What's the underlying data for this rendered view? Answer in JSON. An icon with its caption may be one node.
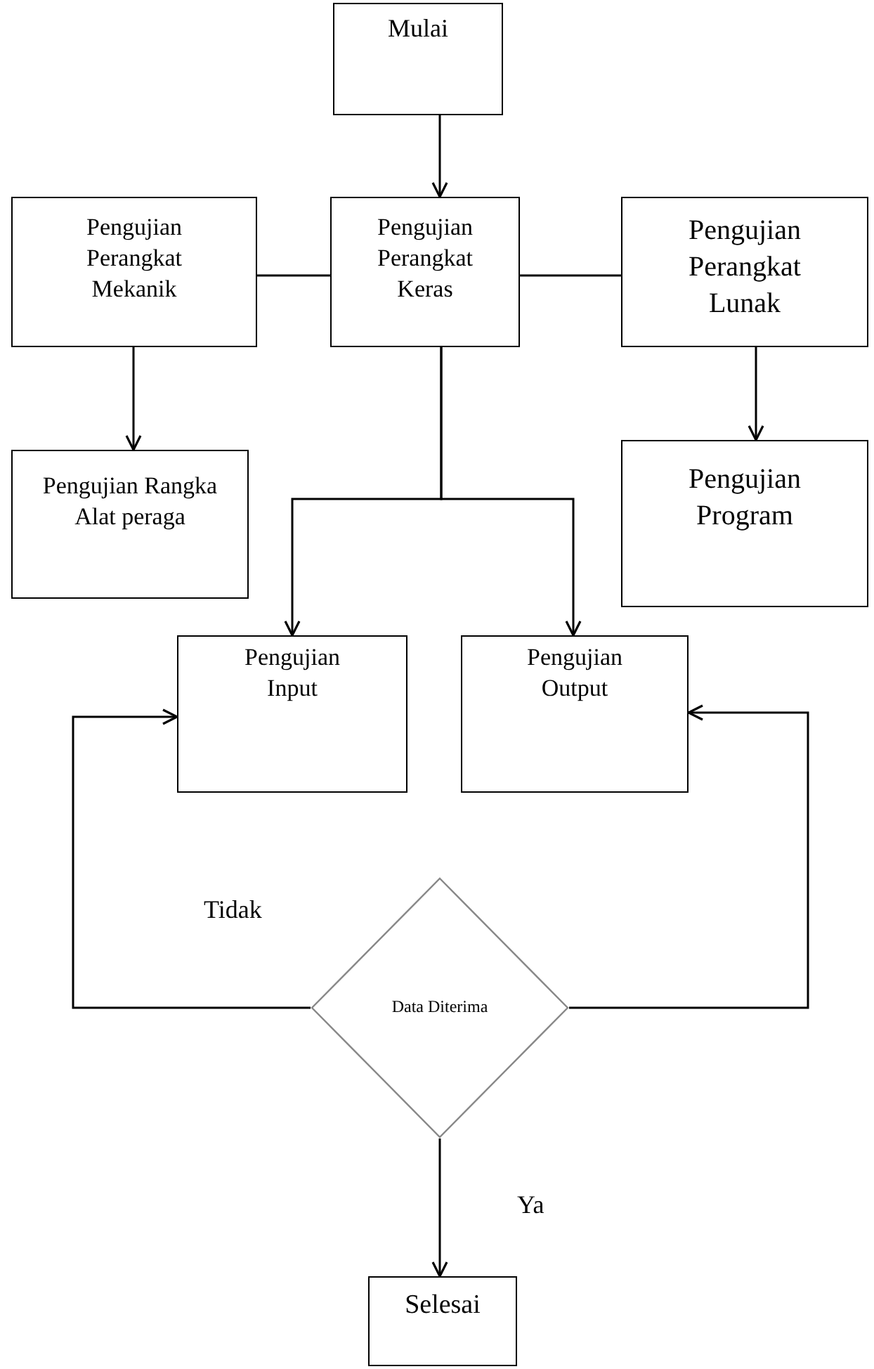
{
  "diagram": {
    "nodes": [
      {
        "text": [
          "Mulai"
        ]
      },
      {
        "text": [
          "Pengujian Perangkat Mekanik"
        ]
      },
      {
        "text": [
          "Pengujian Perangkat Keras"
        ]
      },
      {
        "text": [
          "Pengujian Perangkat Lunak"
        ]
      },
      {
        "text": [
          "Pengujian Rangka Alat peraga"
        ]
      },
      {
        "text": [
          "Pengujian Program"
        ]
      },
      {
        "text": [
          "Pengujian Input"
        ]
      },
      {
        "text": [
          "Pengujian Output"
        ]
      },
      {
        "text": [
          "Data Diterima"
        ]
      },
      {
        "text": [
          "Selesai"
        ]
      }
    ],
    "edges": [
      {
        "from": 0,
        "to": 2,
        "arrow": "to"
      },
      {
        "from": 1,
        "to": 2,
        "arrow": "none"
      },
      {
        "from": 2,
        "to": 3,
        "arrow": "none"
      },
      {
        "from": 1,
        "to": 4,
        "arrow": "to"
      },
      {
        "from": 3,
        "to": 5,
        "arrow": "to"
      },
      {
        "from": 2,
        "to": 6,
        "arrow": "to"
      },
      {
        "from": 2,
        "to": 7,
        "arrow": "to"
      },
      {
        "from": 8,
        "to": 6,
        "arrow": "to",
        "label": "Tidak"
      },
      {
        "from": 8,
        "to": 7,
        "arrow": "to"
      },
      {
        "from": 8,
        "to": 9,
        "arrow": "to",
        "label": "Ya"
      }
    ]
  }
}
